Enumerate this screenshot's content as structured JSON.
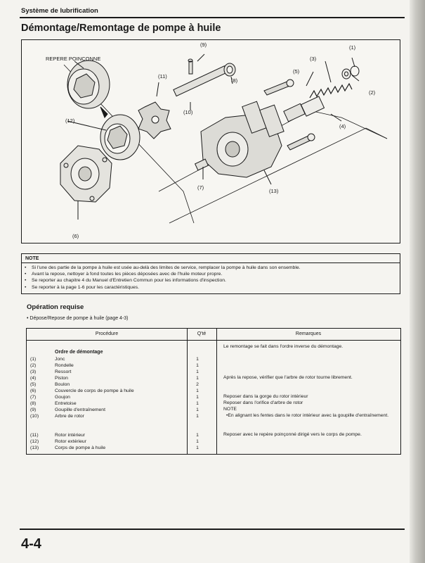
{
  "header": {
    "section": "Système de lubrification",
    "title": "Démontage/Remontage de pompe à huile"
  },
  "figure": {
    "callouts": {
      "repere": "REPERE POINCONNE",
      "c1": "(1)",
      "c2": "(2)",
      "c3": "(3)",
      "c4": "(4)",
      "c5": "(5)",
      "c6": "(6)",
      "c7": "(7)",
      "c8": "(8)",
      "c9": "(9)",
      "c10": "(10)",
      "c11": "(11)",
      "c12": "(12)",
      "c13": "(13)"
    }
  },
  "note": {
    "title": "NOTE",
    "items": [
      "Si l'une des partie de la pompe à huile est usée au-delà des limites de service, remplacer la pompe à huile dans son ensemble.",
      "Avant la repose, nettoyer à fond toutes les pièces déposées avec de l'huile moteur propre.",
      "Se reporter au chapitre 4 du Manuel d'Entretien Commun pour les informations d'inspection.",
      "Se reporter à la page 1-6 pour les caractéristiques."
    ]
  },
  "operation": {
    "title": "Opération requise",
    "reference": "Dépose/Repose de pompe à huile (page 4-3)"
  },
  "table": {
    "headers": {
      "procedure": "Procédure",
      "qty": "Q'té",
      "remarks": "Remarques"
    },
    "group_heading": "Ordre de démontage",
    "rows": [
      {
        "num": "(1)",
        "label": "Jonc",
        "qty": "1"
      },
      {
        "num": "(2)",
        "label": "Rondelle",
        "qty": "1"
      },
      {
        "num": "(3)",
        "label": "Ressort",
        "qty": "1"
      },
      {
        "num": "(4)",
        "label": "Piston",
        "qty": "1"
      },
      {
        "num": "(5)",
        "label": "Boulon",
        "qty": "2"
      },
      {
        "num": "(6)",
        "label": "Couvercle de corps de pompe à huile",
        "qty": "1"
      },
      {
        "num": "(7)",
        "label": "Goujon",
        "qty": "1"
      },
      {
        "num": "(8)",
        "label": "Entretoise",
        "qty": "1"
      },
      {
        "num": "(9)",
        "label": "Goupille d'entraînement",
        "qty": "1"
      },
      {
        "num": "(10)",
        "label": "Arbre de rotor",
        "qty": "1"
      },
      {
        "num": "(11)",
        "label": "Rotor intérieur",
        "qty": "1"
      },
      {
        "num": "(12)",
        "label": "Rotor extérieur",
        "qty": "1"
      },
      {
        "num": "(13)",
        "label": "Corps de pompe à huile",
        "qty": "1"
      }
    ],
    "remarks": {
      "r1": "Le remontage se fait dans l'ordre inverse du démontage.",
      "r2": "Après la repose, vérifier que l'arbre de rotor tourne librement.",
      "r3a": "Reposer dans la gorge du rotor intérieur",
      "r3b": "Reposer dans l'orifice d'arbre de rotor",
      "r3c": "NOTE",
      "r3d": "En alignant les fentes dans le rotor intérieur avec la goupille d'entraînement.",
      "r4": "Reposer avec le repère poinçonné dirigé vers le corps de pompe."
    }
  },
  "footer": {
    "page_number": "4-4"
  }
}
